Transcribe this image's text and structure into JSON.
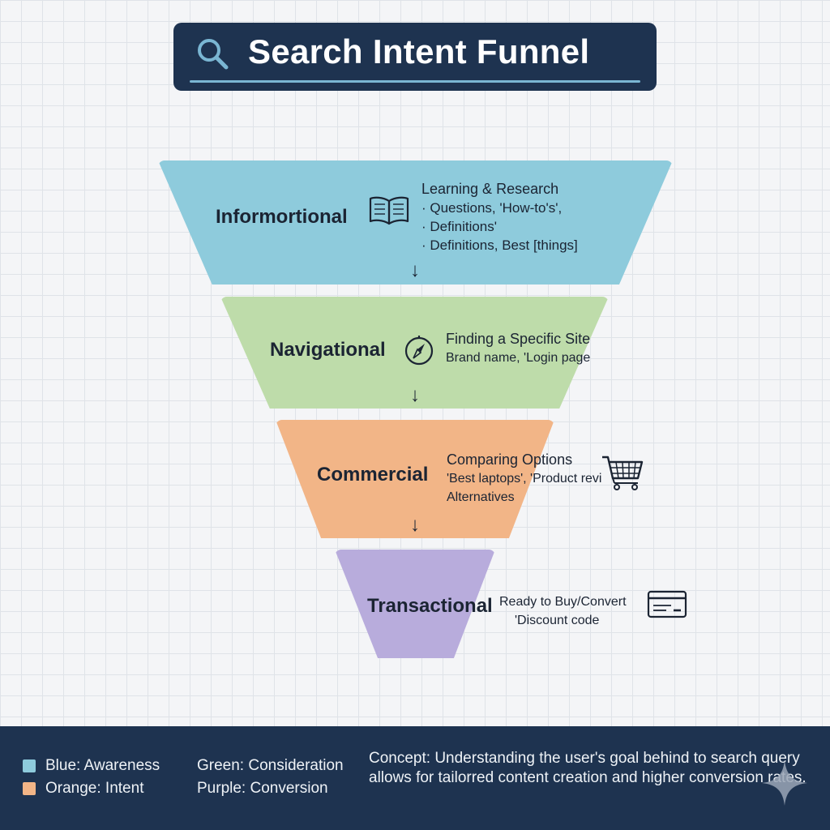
{
  "title": "Search Intent Funnel",
  "colors": {
    "header_bg": "#1e3350",
    "informational": "#8ecbdc",
    "navigational": "#bedcaa",
    "commercial": "#f2b587",
    "transactional": "#b8acdc"
  },
  "stages": [
    {
      "label": "Informortional",
      "icon": "open-book-icon",
      "heading": "Learning & Research",
      "lines": [
        "· Questions, 'How-to's',",
        "· Definitions'",
        "· Definitions, Best [things]"
      ]
    },
    {
      "label": "Navigational",
      "icon": "compass-icon",
      "heading": "Finding a Specific Site",
      "lines": [
        "Brand name, 'Login page"
      ]
    },
    {
      "label": "Commercial",
      "icon": "shopping-cart-icon",
      "heading": "Comparing Options",
      "lines": [
        "'Best laptops', 'Product revi",
        "Alternatives"
      ]
    },
    {
      "label": "Transactional",
      "icon": "credit-card-icon",
      "heading": "Ready to Buy/Convert",
      "lines": [
        "'Discount code"
      ]
    }
  ],
  "arrow_glyph": "↓",
  "legend": [
    {
      "text": "Blue: Awareness",
      "color": "#8ecbdc"
    },
    {
      "text": "Orange: Intent",
      "color": "#f2b587"
    },
    {
      "text": "Green: Consideration"
    },
    {
      "text": "Purple: Conversion"
    }
  ],
  "concept": "Concept: Understanding the user's goal behind to search query allows for tailorred content creation and higher conversion rates."
}
